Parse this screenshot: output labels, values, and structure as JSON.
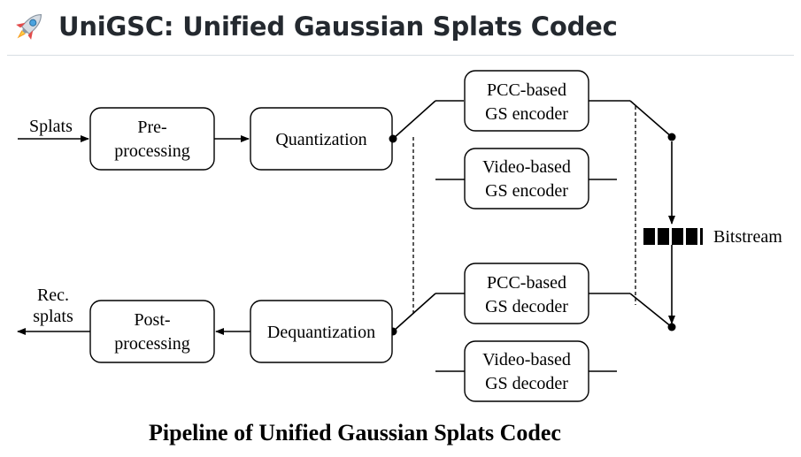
{
  "page": {
    "title": "UniGSC: Unified Gaussian Splats Codec",
    "icon": "rocket-icon"
  },
  "diagram": {
    "input_label": "Splats",
    "output_label": [
      "Rec.",
      "splats"
    ],
    "bitstream_label": "Bitstream",
    "caption": "Pipeline of Unified Gaussian Splats Codec",
    "nodes": {
      "preprocessing": [
        "Pre-",
        "processing"
      ],
      "quantization": [
        "Quantization"
      ],
      "pcc_encoder": [
        "PCC-based",
        "GS encoder"
      ],
      "video_encoder": [
        "Video-based",
        "GS encoder"
      ],
      "postprocessing": [
        "Post-",
        "processing"
      ],
      "dequantization": [
        "Dequantization"
      ],
      "pcc_decoder": [
        "PCC-based",
        "GS decoder"
      ],
      "video_decoder": [
        "Video-based",
        "GS decoder"
      ]
    }
  }
}
